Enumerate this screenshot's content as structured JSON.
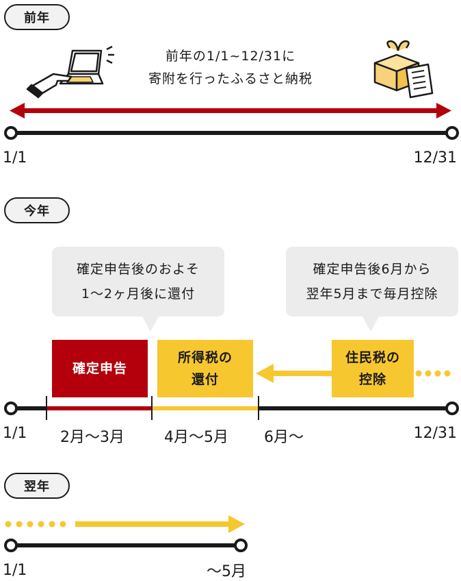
{
  "section_prev": {
    "title": "前年",
    "caption_line1": "前年の1/1~12/31に",
    "caption_line2": "寄附を行ったふるさと納税",
    "start": "1/1",
    "end": "12/31",
    "icons": [
      "laptop-hand-icon",
      "gift-box-document-icon"
    ]
  },
  "section_current": {
    "title": "今年",
    "bubble_left": {
      "line1": "確定申告後のおよそ",
      "line2": "1～2ヶ月後に還付"
    },
    "bubble_right": {
      "line1": "確定申告後6月から",
      "line2": "翌年5月まで毎月控除"
    },
    "box_filing": "確定申告",
    "box_refund": {
      "line1": "所得税の",
      "line2": "還付"
    },
    "box_deduction": {
      "line1": "住民税の",
      "line2": "控除"
    },
    "start": "1/1",
    "period_1": "2月～3月",
    "period_2": "4月～5月",
    "period_3": "6月～",
    "end": "12/31"
  },
  "section_next": {
    "title": "翌年",
    "start": "1/1",
    "end": "～5月"
  },
  "colors": {
    "red": "#b3000c",
    "yellow": "#f7c72f",
    "line": "#1a1a1a",
    "bubble": "#ececec"
  }
}
